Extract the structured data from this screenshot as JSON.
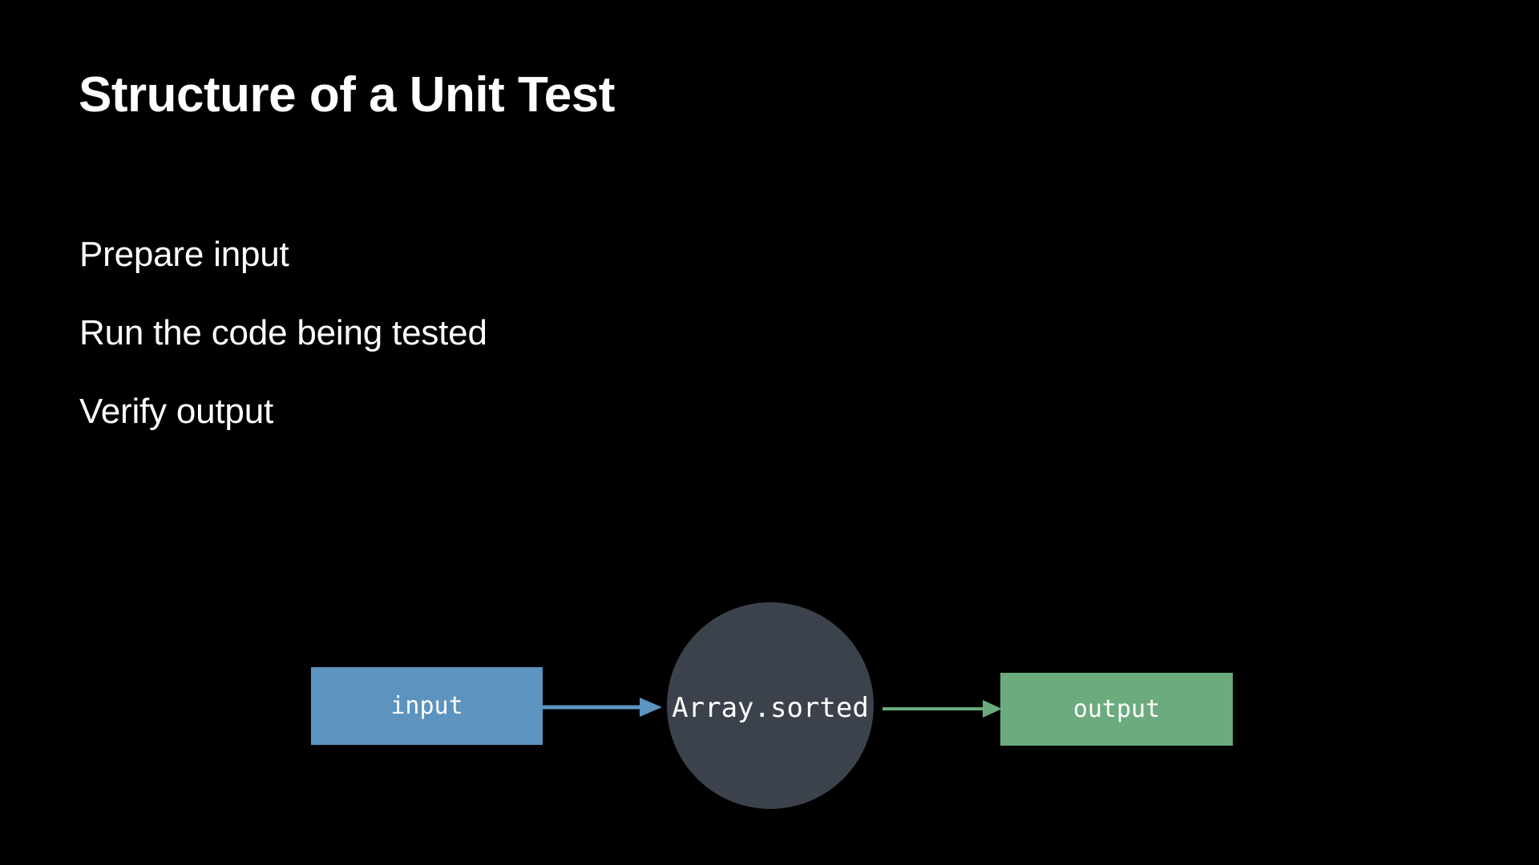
{
  "slide": {
    "title": "Structure of a Unit Test",
    "background_color": "#000000",
    "text_color": "#ffffff"
  },
  "bullets": [
    {
      "label": "Prepare input"
    },
    {
      "label": "Run the code being tested"
    },
    {
      "label": "Verify output"
    }
  ],
  "diagram": {
    "type": "flow",
    "nodes": [
      {
        "id": "input",
        "label": "input",
        "shape": "rectangle",
        "color": "#5c93bf"
      },
      {
        "id": "process",
        "label": "Array.sorted",
        "shape": "circle",
        "color": "#3c424b"
      },
      {
        "id": "output",
        "label": "output",
        "shape": "rectangle",
        "color": "#6cab7e"
      }
    ],
    "edges": [
      {
        "from": "input",
        "to": "process",
        "color": "#5c93bf",
        "arrow": "right-arrow-blue"
      },
      {
        "from": "process",
        "to": "output",
        "color": "#6cab7e",
        "arrow": "right-arrow-green"
      }
    ]
  }
}
